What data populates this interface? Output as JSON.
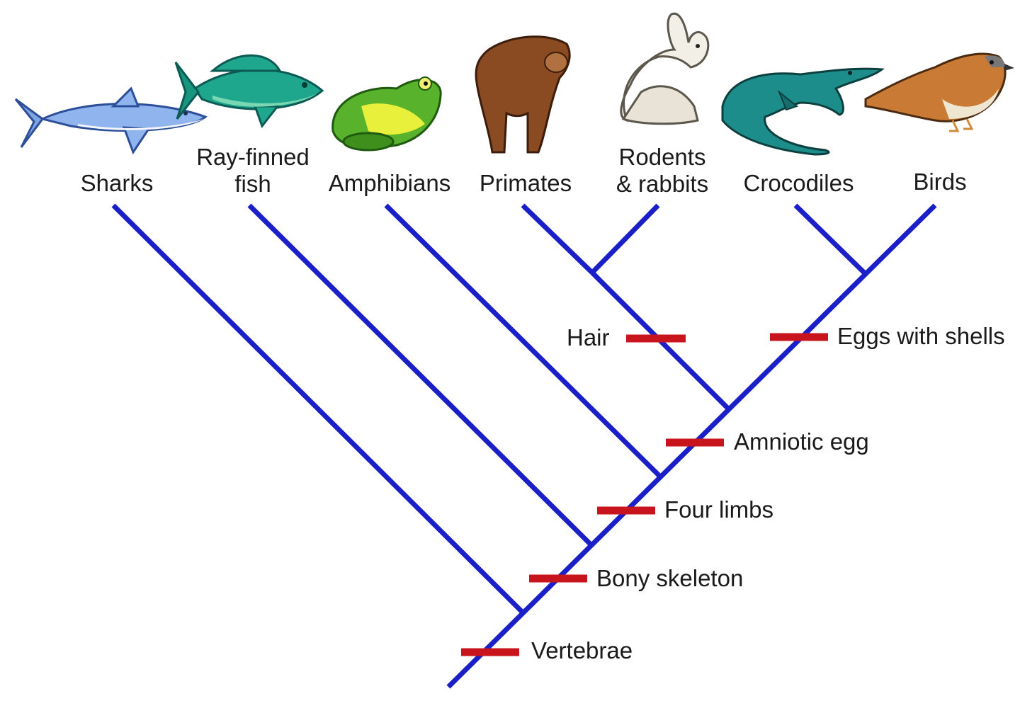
{
  "colors": {
    "branch": "#1b1fc8",
    "trait_bar": "#c8141c",
    "text": "#1a1a1a"
  },
  "taxa": [
    {
      "id": "sharks",
      "label": "Sharks",
      "icon": "shark-icon"
    },
    {
      "id": "ray-finned-fish",
      "label": "Ray-finned\nfish",
      "icon": "tuna-fish-icon"
    },
    {
      "id": "amphibians",
      "label": "Amphibians",
      "icon": "frog-icon"
    },
    {
      "id": "primates",
      "label": "Primates",
      "icon": "chimpanzee-icon"
    },
    {
      "id": "rodents-rabbits",
      "label": "Rodents\n& rabbits",
      "icon": "rabbit-icon"
    },
    {
      "id": "crocodiles",
      "label": "Crocodiles",
      "icon": "crocodile-icon"
    },
    {
      "id": "birds",
      "label": "Birds",
      "icon": "sparrow-icon"
    }
  ],
  "traits": [
    {
      "id": "vertebrae",
      "label": "Vertebrae"
    },
    {
      "id": "bony-skeleton",
      "label": "Bony skeleton"
    },
    {
      "id": "four-limbs",
      "label": "Four limbs"
    },
    {
      "id": "amniotic-egg",
      "label": "Amniotic egg"
    },
    {
      "id": "hair",
      "label": "Hair"
    },
    {
      "id": "eggs-with-shells",
      "label": "Eggs with shells"
    }
  ]
}
